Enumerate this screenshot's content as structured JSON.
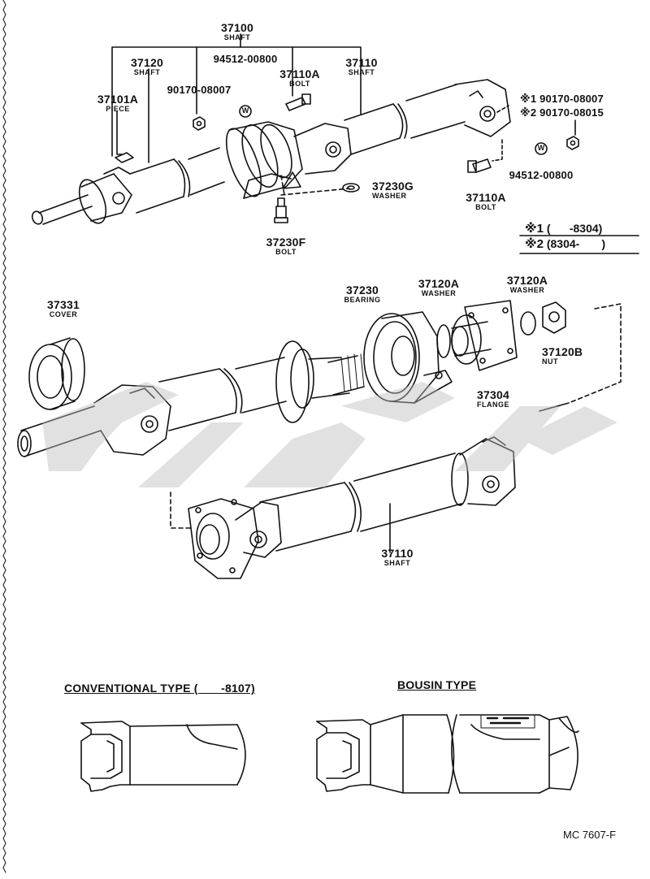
{
  "labels": {
    "l37100": {
      "num": "37100",
      "sub": "SHAFT"
    },
    "l37120": {
      "num": "37120",
      "sub": "SHAFT"
    },
    "l94512a": {
      "num": "94512-00800"
    },
    "l37110top": {
      "num": "37110",
      "sub": "SHAFT"
    },
    "l37101A": {
      "num": "37101A",
      "sub": "PIECE"
    },
    "l90170": {
      "num": "90170-08007"
    },
    "l37110Abolt1": {
      "num": "37110A",
      "sub": "BOLT"
    },
    "lstar1": {
      "num": "※1 90170-08007"
    },
    "lstar2": {
      "num": "※2 90170-08015"
    },
    "l37230G": {
      "num": "37230G",
      "sub": "WASHER"
    },
    "l94512b": {
      "num": "94512-00800"
    },
    "l37110Abolt2": {
      "num": "37110A",
      "sub": "BOLT"
    },
    "l37230F": {
      "num": "37230F",
      "sub": "BOLT"
    },
    "l37331": {
      "num": "37331",
      "sub": "COVER"
    },
    "l37230": {
      "num": "37230",
      "sub": "BEARING"
    },
    "l37120A1": {
      "num": "37120A",
      "sub": "WASHER"
    },
    "l37120A2": {
      "num": "37120A",
      "sub": "WASHER"
    },
    "l37120B": {
      "num": "37120B",
      "sub": "NUT"
    },
    "l37304": {
      "num": "37304",
      "sub": "FLANGE"
    },
    "l37110bottom": {
      "num": "37110",
      "sub": "SHAFT"
    }
  },
  "notes": {
    "n1_mark": "※1",
    "n1_text": "(      -8304)",
    "n2_mark": "※2",
    "n2_text": "(8304-       )"
  },
  "titles": {
    "conventional": "CONVENTIONAL TYPE (       -8107)",
    "bousin": "BOUSIN TYPE"
  },
  "washer_glyph": "W",
  "code": "MC 7607-F",
  "colors": {
    "ink": "#111111",
    "watermark": "#bdbdbd"
  }
}
